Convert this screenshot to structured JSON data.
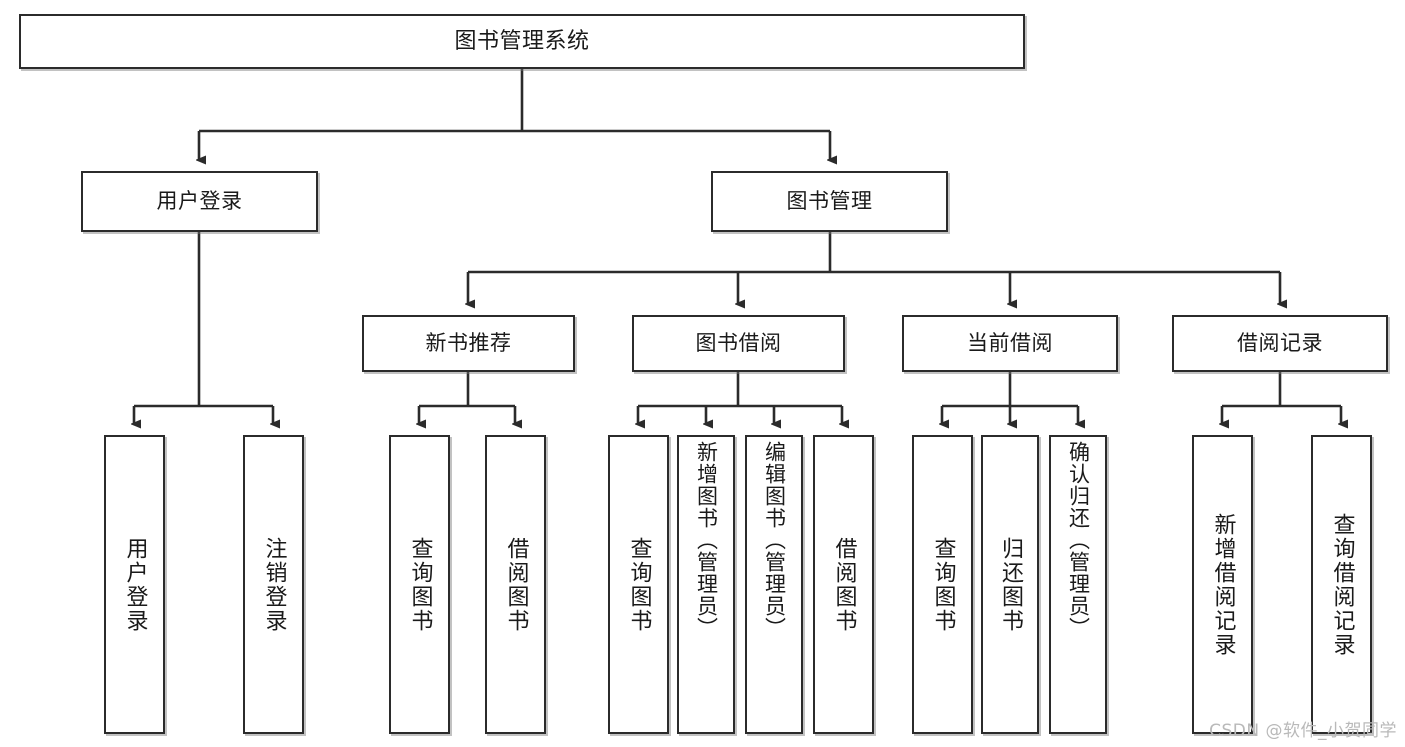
{
  "diagram": {
    "title": "图书管理系统",
    "type": "hierarchy-tree",
    "watermark": "CSDN @软件_小贺同学",
    "colors": {
      "box_border": "#2b2b2b",
      "box_fill": "#ffffff",
      "line": "#2b2b2b",
      "text": "#1a1a1a",
      "watermark": "#b9b9b9"
    }
  },
  "nodes": {
    "root": {
      "label": "图书管理系统"
    },
    "level2": [
      {
        "label": "用户登录"
      },
      {
        "label": "图书管理"
      }
    ],
    "level3": [
      {
        "label": "新书推荐"
      },
      {
        "label": "图书借阅"
      },
      {
        "label": "当前借阅"
      },
      {
        "label": "借阅记录"
      }
    ],
    "leaves": {
      "user_login": [
        {
          "label": "用户登录"
        },
        {
          "label": "注销登录"
        }
      ],
      "new_book_recommend": [
        {
          "label": "查询图书"
        },
        {
          "label": "借阅图书"
        }
      ],
      "book_borrow": [
        {
          "label": "查询图书"
        },
        {
          "label": "新增图书（管理员）"
        },
        {
          "label": "编辑图书（管理员）"
        },
        {
          "label": "借阅图书"
        }
      ],
      "current_borrow": [
        {
          "label": "查询图书"
        },
        {
          "label": "归还图书"
        },
        {
          "label": "确认归还（管理员）"
        }
      ],
      "borrow_record": [
        {
          "label": "新增借阅记录"
        },
        {
          "label": "查询借阅记录"
        }
      ]
    }
  }
}
